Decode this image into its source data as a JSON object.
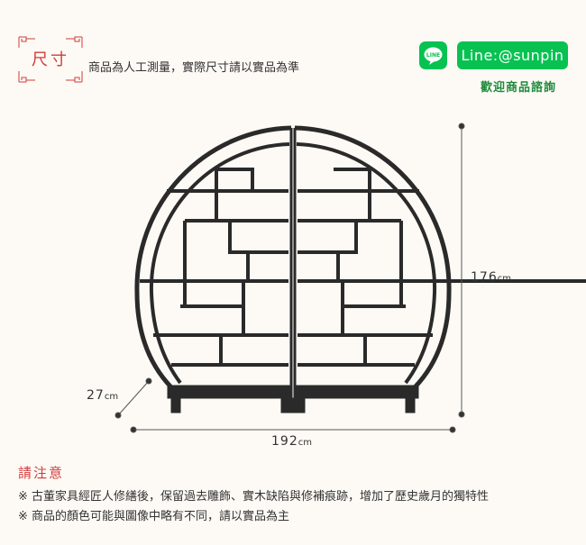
{
  "header": {
    "badge_text": "尺寸",
    "note": "商品為人工測量，實際尺寸請以實品為準",
    "line_icon_text": "LINE",
    "line_button": "Line:@sunpin",
    "line_sub": "歡迎商品諮詢"
  },
  "dimensions": {
    "height": {
      "value": "176",
      "unit": "cm"
    },
    "depth": {
      "value": "27",
      "unit": "cm"
    },
    "width": {
      "value": "192",
      "unit": "cm"
    }
  },
  "notice": {
    "title": "請注意",
    "items": [
      "※ 古董家具經匠人修繕後，保留過去雕飾、實木缺陷與修補痕跡，增加了歷史歲月的獨特性",
      "※ 商品的顏色可能與圖像中略有不同，請以實品為主"
    ]
  },
  "colors": {
    "accent_red": "#d33a3a",
    "line_green": "#07c251",
    "furniture": "#2a2a2a"
  }
}
